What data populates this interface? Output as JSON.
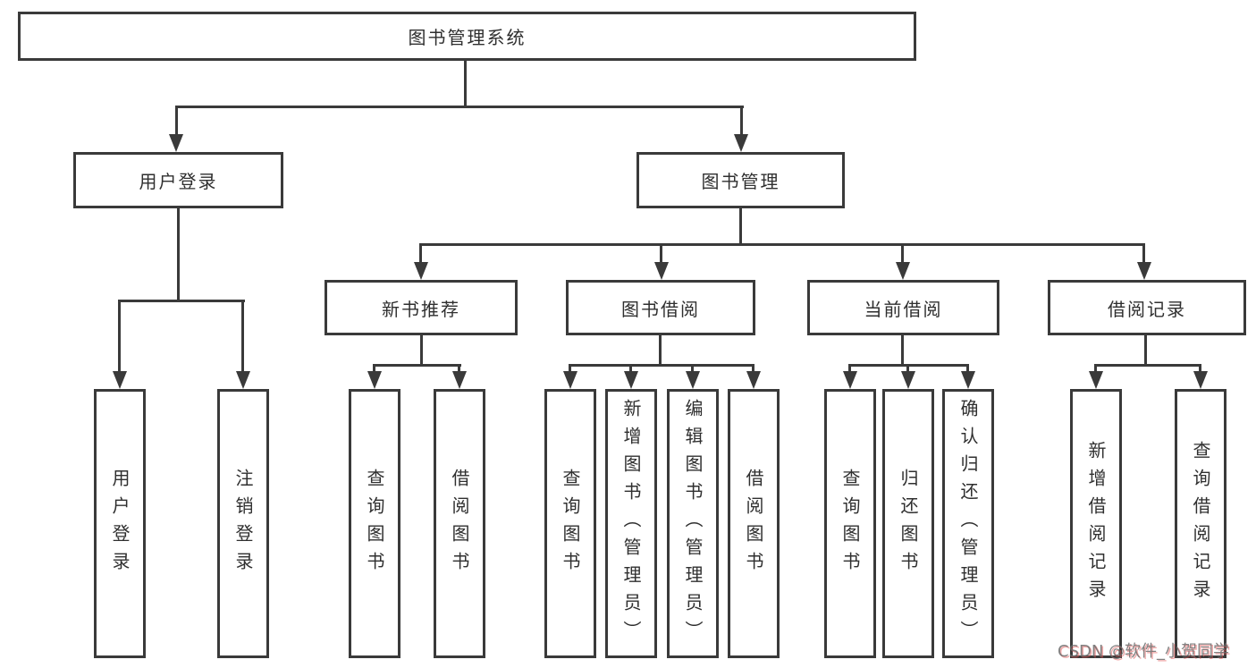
{
  "colors": {
    "background": "#ffffff",
    "line": "#3a3a3a",
    "text": "#2f2f2f",
    "watermark_gray": "#6c6c6c",
    "watermark_red": "#e15252"
  },
  "watermark": {
    "text": "CSDN @软件_小贺同学"
  },
  "tree": {
    "type": "hierarchy-diagram",
    "root": "图书管理系统",
    "children": [
      {
        "label": "用户登录",
        "children": [
          "用户登录",
          "注销登录"
        ]
      },
      {
        "label": "图书管理",
        "children": [
          {
            "label": "新书推荐",
            "children": [
              "查询图书",
              "借阅图书"
            ]
          },
          {
            "label": "图书借阅",
            "children": [
              "查询图书",
              "新增图书（管理员）",
              "编辑图书（管理员）",
              "借阅图书"
            ]
          },
          {
            "label": "当前借阅",
            "children": [
              "查询图书",
              "归还图书",
              "确认归还（管理员）"
            ]
          },
          {
            "label": "借阅记录",
            "children": [
              "新增借阅记录",
              "查询借阅记录"
            ]
          }
        ]
      }
    ]
  }
}
